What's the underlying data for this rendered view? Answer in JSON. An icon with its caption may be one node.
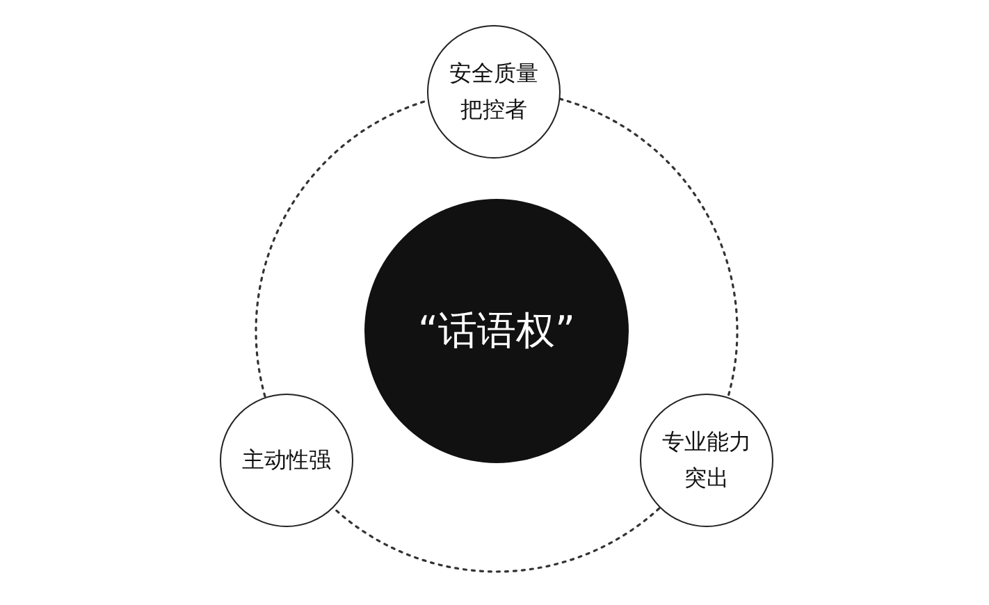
{
  "diagram": {
    "nodes": [
      {
        "text": [
          "“话语权”"
        ]
      },
      {
        "text": [
          "安全质量把控者"
        ]
      },
      {
        "text": [
          "专业能力突出"
        ]
      },
      {
        "text": [
          "主动性强"
        ]
      }
    ],
    "edges": [
      {
        "from": 1,
        "to": 2,
        "arrow": "none",
        "style": "dashed"
      },
      {
        "from": 2,
        "to": 3,
        "arrow": "none",
        "style": "dashed"
      },
      {
        "from": 3,
        "to": 1,
        "arrow": "none",
        "style": "dashed"
      }
    ]
  }
}
